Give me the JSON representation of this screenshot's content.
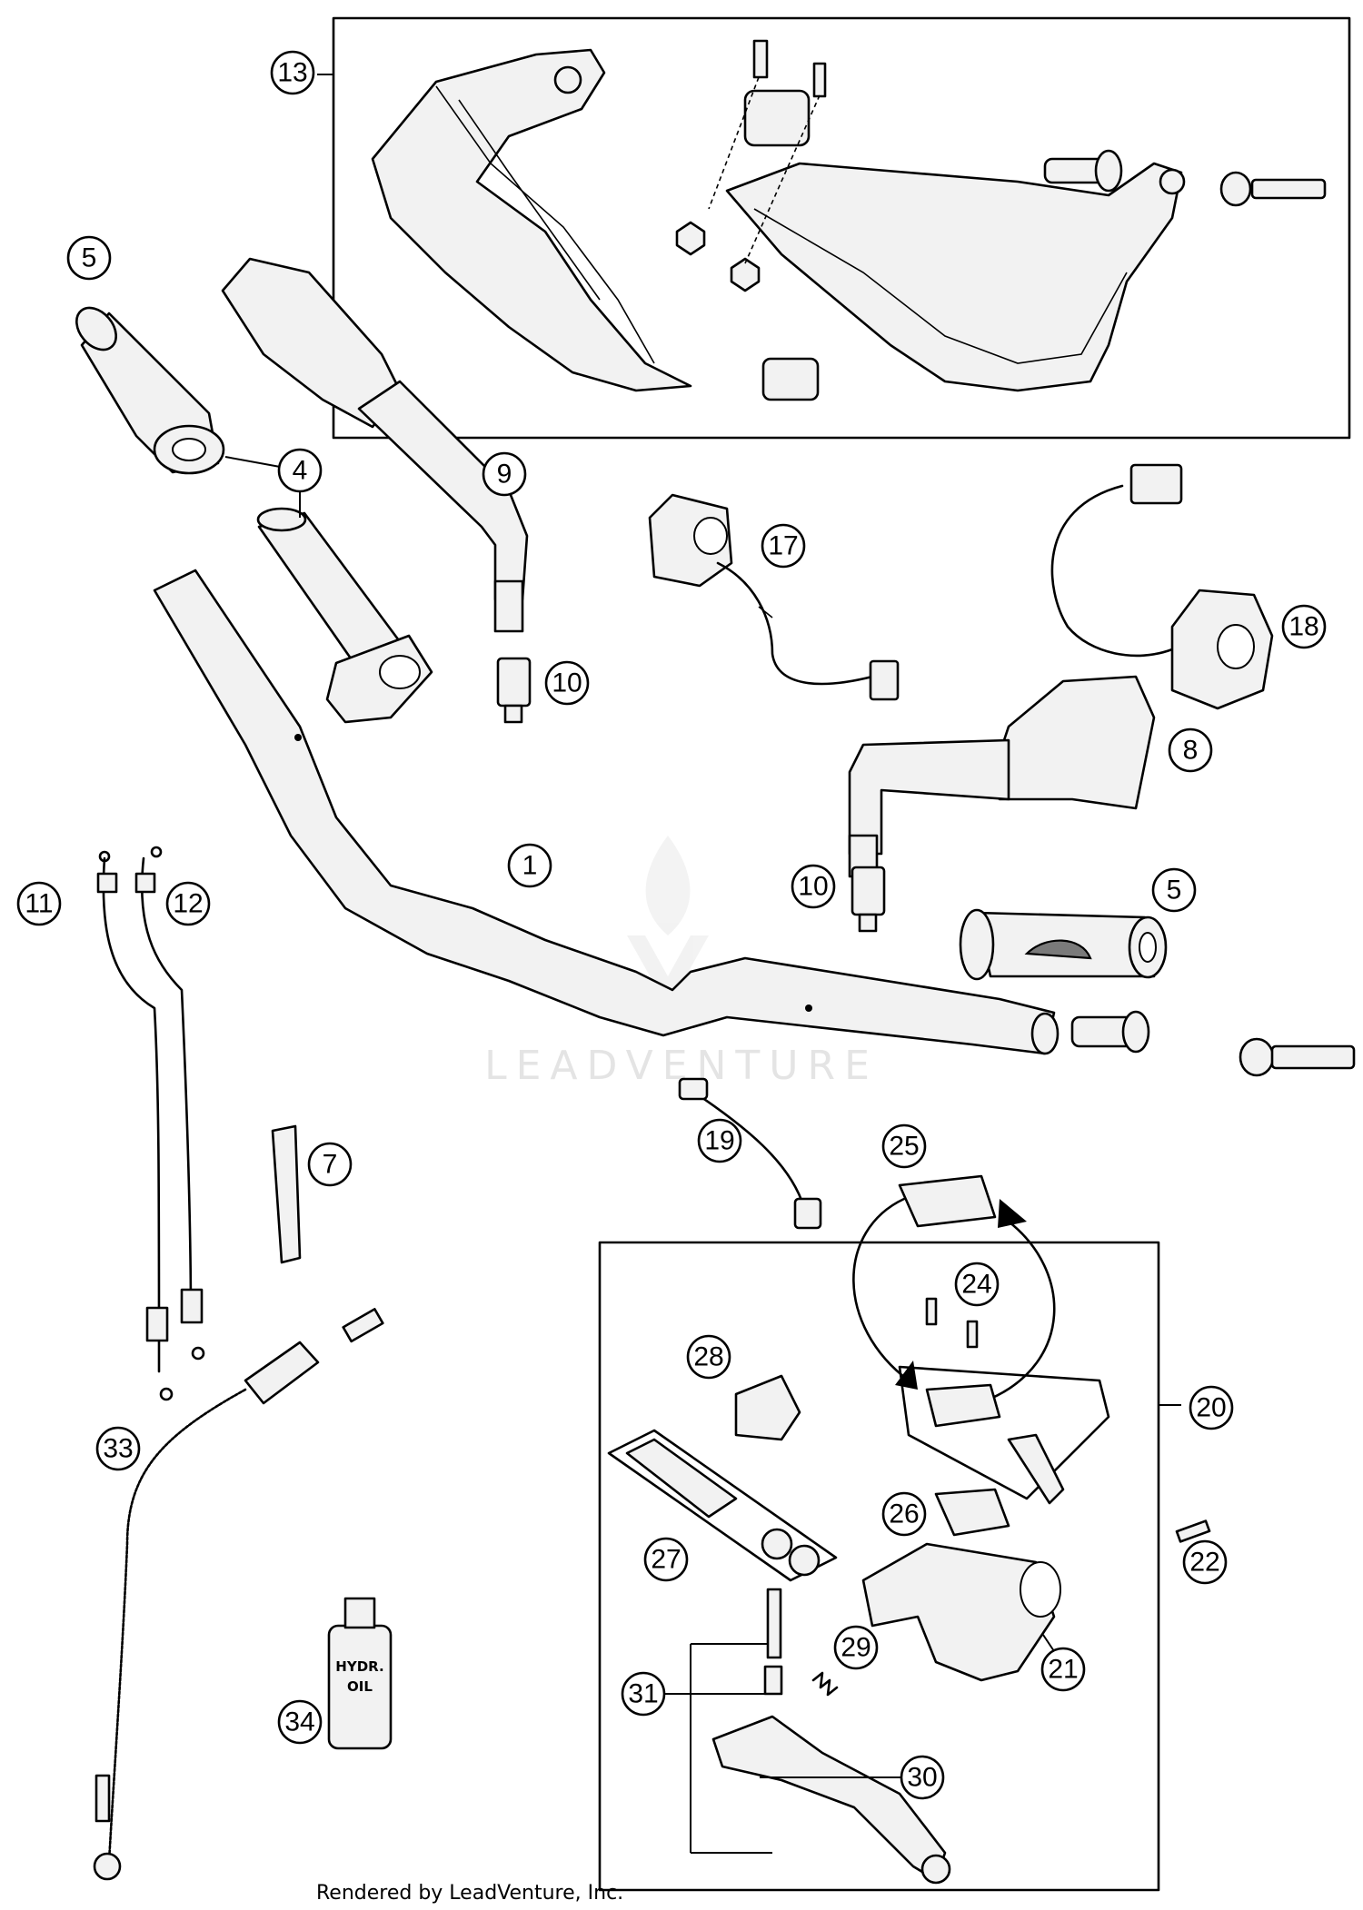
{
  "callouts": [
    {
      "id": "c1",
      "label": "1"
    },
    {
      "id": "c4",
      "label": "4"
    },
    {
      "id": "c5a",
      "label": "5"
    },
    {
      "id": "c5b",
      "label": "5"
    },
    {
      "id": "c7",
      "label": "7"
    },
    {
      "id": "c8",
      "label": "8"
    },
    {
      "id": "c9",
      "label": "9"
    },
    {
      "id": "c10a",
      "label": "10"
    },
    {
      "id": "c10b",
      "label": "10"
    },
    {
      "id": "c11",
      "label": "11"
    },
    {
      "id": "c12",
      "label": "12"
    },
    {
      "id": "c13",
      "label": "13"
    },
    {
      "id": "c17",
      "label": "17"
    },
    {
      "id": "c18",
      "label": "18"
    },
    {
      "id": "c19",
      "label": "19"
    },
    {
      "id": "c20",
      "label": "20"
    },
    {
      "id": "c21",
      "label": "21"
    },
    {
      "id": "c22",
      "label": "22"
    },
    {
      "id": "c24",
      "label": "24"
    },
    {
      "id": "c25",
      "label": "25"
    },
    {
      "id": "c26",
      "label": "26"
    },
    {
      "id": "c27",
      "label": "27"
    },
    {
      "id": "c28",
      "label": "28"
    },
    {
      "id": "c29",
      "label": "29"
    },
    {
      "id": "c30",
      "label": "30"
    },
    {
      "id": "c31",
      "label": "31"
    },
    {
      "id": "c33",
      "label": "33"
    },
    {
      "id": "c34",
      "label": "34"
    }
  ],
  "bottle_label": {
    "line1": "HYDR.",
    "line2": "OIL"
  },
  "watermark": "LEADVENTURE",
  "footer": "Rendered by LeadVenture, Inc."
}
